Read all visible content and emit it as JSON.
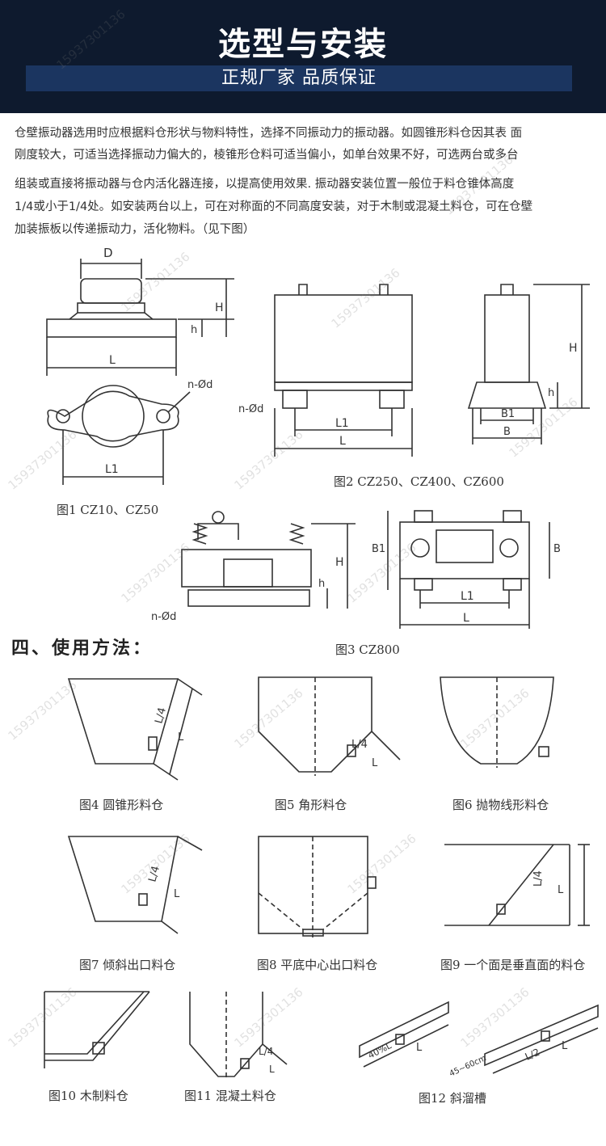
{
  "header": {
    "title": "选型与安装",
    "subtitle": "正规厂家 品质保证"
  },
  "intro": {
    "line1": "仓壁振动器选用时应根据料仓形状与物料特性，选择不同振动力的振动器。如圆锥形料仓因其表 面",
    "line2": "刚度较大，可适当选择振动力偏大的，棱锥形仓料可适当偏小，如单台效果不好，可选两台或多台",
    "line3": "组装或直接将振动器与仓内活化器连接，以提高使用效果.   振动器安装位置一般位于料仓锥体高度",
    "line4": "1/4或小于1/4处。如安装两台以上，可在对称面的不同高度安装，对于木制或混凝土料仓，可在仓壁",
    "line5": "加装振板以传递振动力，活化物料。（见下图）"
  },
  "dimension_labels": {
    "D": "D",
    "H": "H",
    "h": "h",
    "L": "L",
    "L1": "L1",
    "nd": "n-Ød",
    "B": "B",
    "B1": "B1",
    "L4": "L/4",
    "L2": "L/2",
    "pct40": "40%L",
    "range": "45~60cm"
  },
  "captions": {
    "fig1": "图1 CZ10、CZ50",
    "fig2": "图2 CZ250、CZ400、CZ600",
    "fig3": "图3 CZ800",
    "fig4": "图4 圆锥形料仓",
    "fig5": "图5 角形料仓",
    "fig6": "图6 抛物线形料仓",
    "fig7": "图7 倾斜出口料仓",
    "fig8": "图8 平底中心出口料仓",
    "fig9": "图9 一个面是垂直面的料仓",
    "fig10": "图10 木制料仓",
    "fig11": "图11 混凝土料仓",
    "fig12": "图12 斜溜槽"
  },
  "section_title": "四、使用方法：",
  "watermark": "15937301136",
  "colors": {
    "header_bg": "#0e1a2e",
    "subbar_bg": "#1b3560",
    "line": "#333333"
  }
}
